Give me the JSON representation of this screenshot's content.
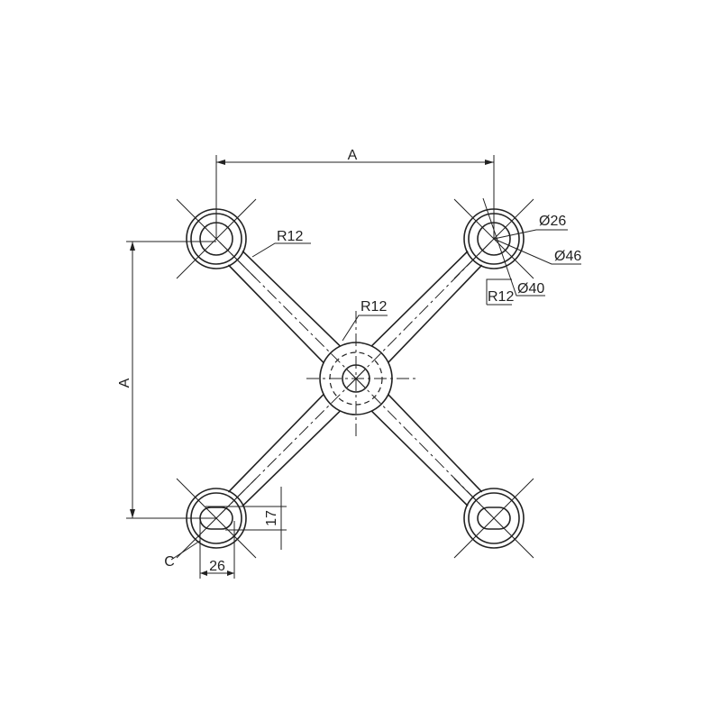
{
  "drawing": {
    "dimension_top": "A",
    "dimension_left": "A",
    "radius_boss": "R12",
    "radius_hub": "R12",
    "radius_corner": "R12",
    "dia_hole": "Ø26",
    "dia_outer": "Ø46",
    "dia_inner": "Ø40",
    "slot_label": "C",
    "slot_width": "26",
    "slot_height": "17",
    "line_color": "#222222"
  }
}
